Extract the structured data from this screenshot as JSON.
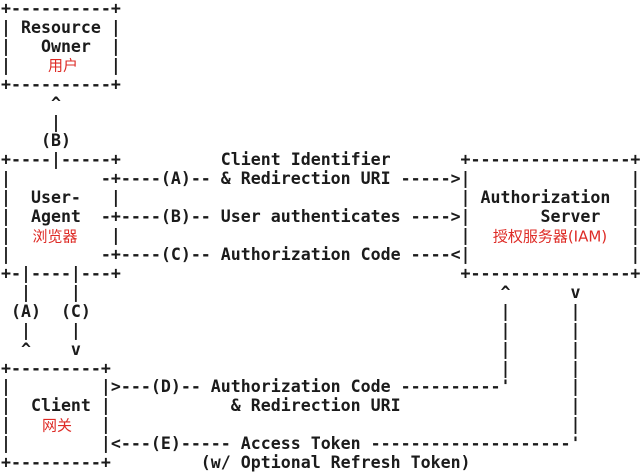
{
  "colors": {
    "background": "#ffffff",
    "text": "#1b1b1b",
    "accent_red": "#de2b26"
  },
  "labels": {
    "resource_owner": "用户",
    "user_agent": "浏览器",
    "auth_server": "授权服务器(IAM)",
    "client": "网关"
  },
  "entities": [
    {
      "name": "Resource Owner",
      "annotation": "用户"
    },
    {
      "name": "User-Agent",
      "annotation": "浏览器"
    },
    {
      "name": "Client",
      "annotation": "网关"
    },
    {
      "name": "Authorization Server",
      "annotation": "授权服务器(IAM)"
    }
  ],
  "flow_steps": [
    {
      "id": "A",
      "text": "Client Identifier & Redirection URI"
    },
    {
      "id": "B",
      "text": "User authenticates"
    },
    {
      "id": "C",
      "text": "Authorization Code"
    },
    {
      "id": "D",
      "text": "Authorization Code & Redirection URI"
    },
    {
      "id": "E",
      "text": "Access Token (w/ Optional Refresh Token)"
    }
  ],
  "diagram": {
    "width": 64,
    "rows": [
      [
        [
          0,
          "+----------+"
        ]
      ],
      [
        [
          0,
          "| Resource |"
        ]
      ],
      [
        [
          0,
          "|   Owner  |"
        ]
      ],
      [
        [
          0,
          "|          |"
        ]
      ],
      [
        [
          0,
          "+----------+"
        ]
      ],
      [
        [
          5,
          "^"
        ]
      ],
      [
        [
          5,
          "|"
        ]
      ],
      [
        [
          4,
          "(B)"
        ]
      ],
      [
        [
          0,
          "+----|-----+"
        ],
        [
          22,
          "Client Identifier"
        ],
        [
          46,
          "+----------------+"
        ]
      ],
      [
        [
          0,
          "|"
        ],
        [
          10,
          "-+----(A)-- & Redirection URI ----->|"
        ],
        [
          63,
          "|"
        ]
      ],
      [
        [
          0,
          "|  User-   |"
        ],
        [
          46,
          "| Authorization  |"
        ]
      ],
      [
        [
          0,
          "|  Agent  -+----(B)-- User authenticates ---->|"
        ],
        [
          54,
          "Server"
        ],
        [
          63,
          "|"
        ]
      ],
      [
        [
          0,
          "|          |"
        ],
        [
          46,
          "|"
        ],
        [
          63,
          "|"
        ]
      ],
      [
        [
          0,
          "|         -+----(C)-- Authorization Code ----<|"
        ],
        [
          63,
          "|"
        ]
      ],
      [
        [
          0,
          "+-|----|---+"
        ],
        [
          46,
          "+----------------+"
        ]
      ],
      [
        [
          2,
          "|"
        ],
        [
          7,
          "|"
        ],
        [
          50,
          "^"
        ],
        [
          57,
          "v"
        ]
      ],
      [
        [
          1,
          "(A)"
        ],
        [
          6,
          "(C)"
        ],
        [
          50,
          "|"
        ],
        [
          57,
          "|"
        ]
      ],
      [
        [
          2,
          "|"
        ],
        [
          7,
          "|"
        ],
        [
          50,
          "|"
        ],
        [
          57,
          "|"
        ]
      ],
      [
        [
          2,
          "^"
        ],
        [
          7,
          "v"
        ],
        [
          50,
          "|"
        ],
        [
          57,
          "|"
        ]
      ],
      [
        [
          0,
          "+---------+"
        ],
        [
          50,
          "|"
        ],
        [
          57,
          "|"
        ]
      ],
      [
        [
          0,
          "|         |>---(D)-- Authorization Code ----------'"
        ],
        [
          57,
          "|"
        ]
      ],
      [
        [
          0,
          "|  Client |"
        ],
        [
          23,
          "& Redirection URI"
        ],
        [
          57,
          "|"
        ]
      ],
      [
        [
          0,
          "|         |"
        ],
        [
          57,
          "|"
        ]
      ],
      [
        [
          0,
          "|         |<---(E)----- Access Token --------------------'"
        ]
      ],
      [
        [
          0,
          "+---------+"
        ],
        [
          20,
          "(w/ Optional Refresh Token)"
        ]
      ]
    ]
  }
}
